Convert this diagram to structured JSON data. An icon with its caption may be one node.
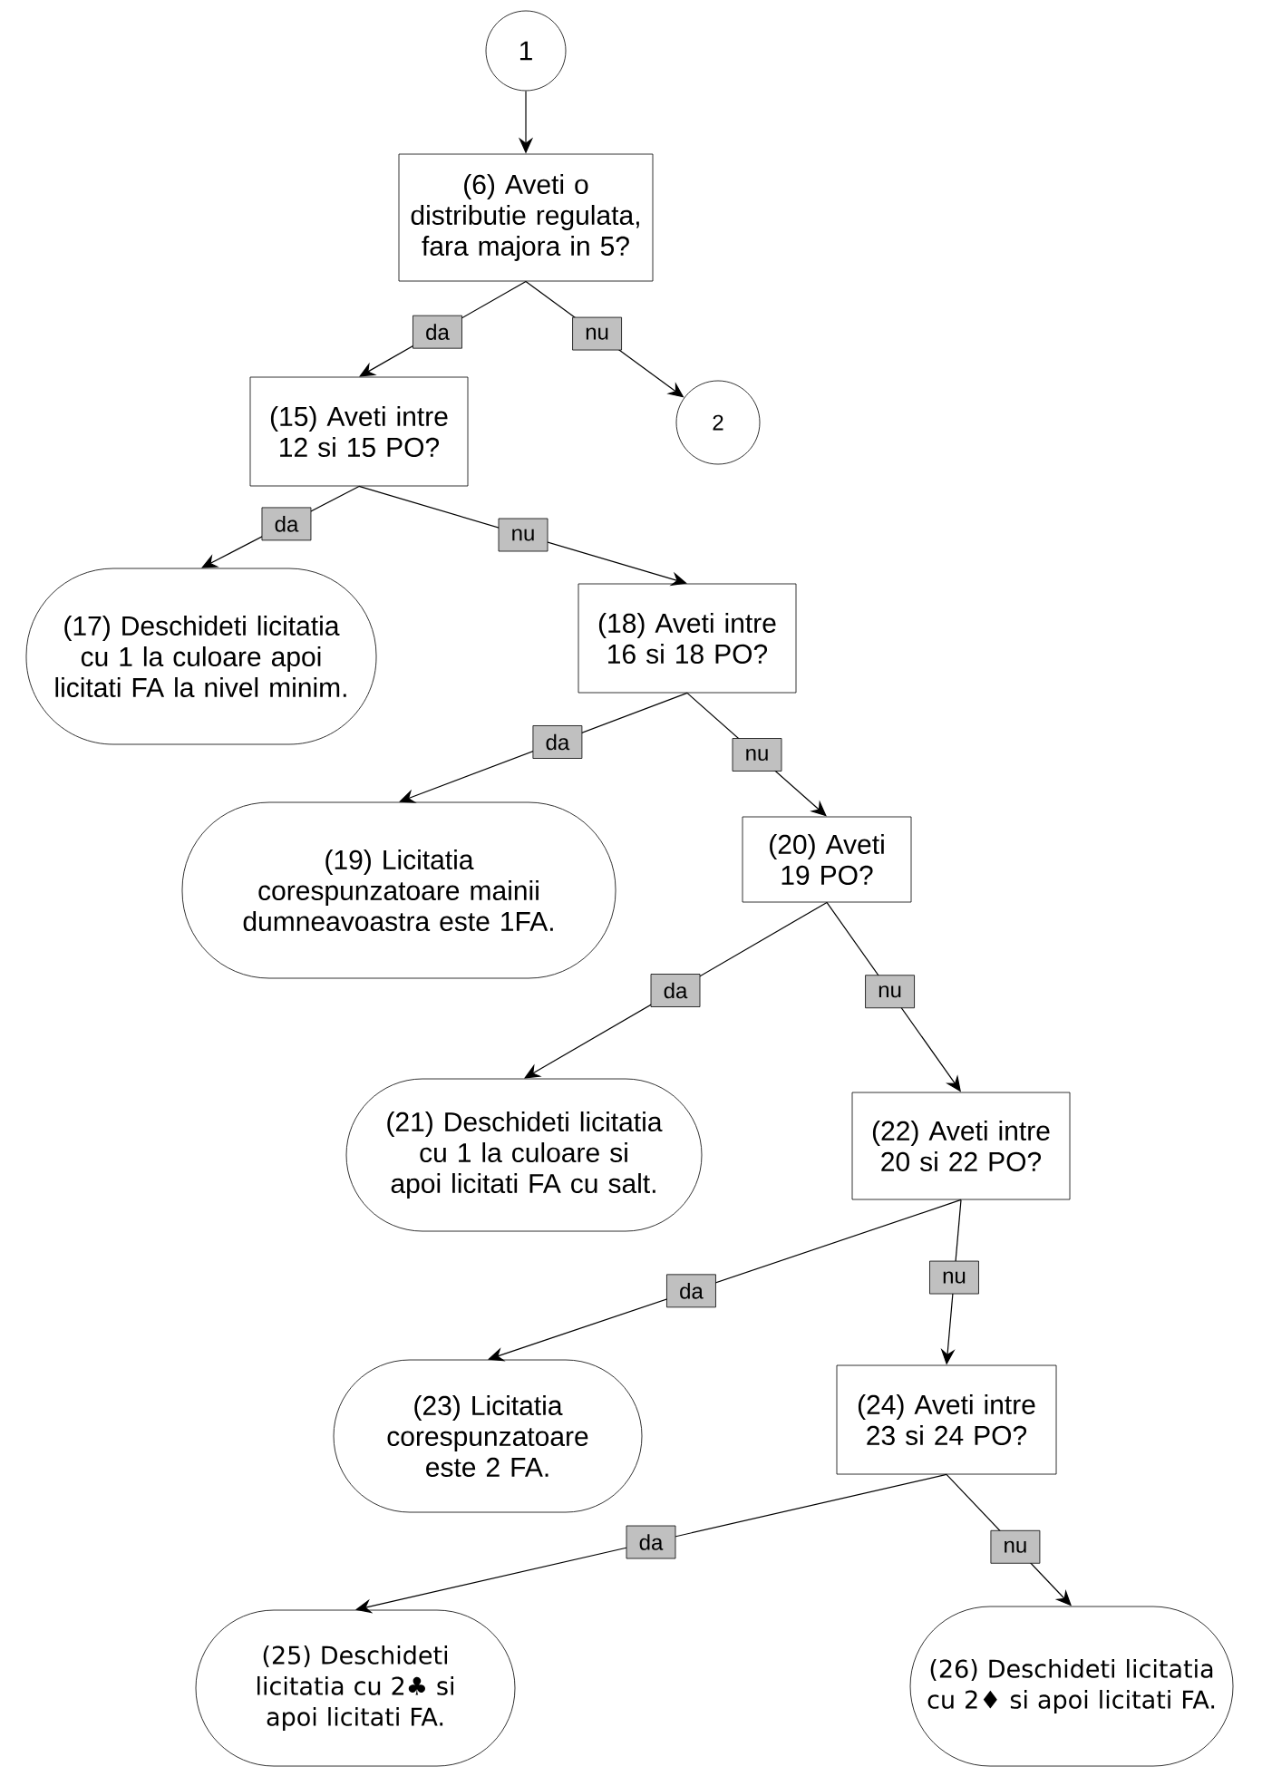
{
  "diagram": {
    "nodes": [
      {
        "text": [
          "1"
        ]
      },
      {
        "text": [
          "(6) Aveti o distributie regulata, fara majora in 5?"
        ]
      },
      {
        "text": [
          "(15) Aveti intre 12 si 15 PO?"
        ]
      },
      {
        "text": [
          "2"
        ]
      },
      {
        "text": [
          "(17) Deschideti licitatia cu 1 la culoare apoi licitati FA la nivel minim."
        ]
      },
      {
        "text": [
          "(18) Aveti intre 16 si 18 PO?"
        ]
      },
      {
        "text": [
          "(19) Licitatia corespunzatoare mainii dumneavoastra este 1FA."
        ]
      },
      {
        "text": [
          "(20) Aveti 19 PO?"
        ]
      },
      {
        "text": [
          "(21) Deschideti licitatia cu 1 la culoare si apoi licitati FA cu salt."
        ]
      },
      {
        "text": [
          "(22) Aveti intre 20 si 22 PO?"
        ]
      },
      {
        "text": [
          "(23) Licitatia corespunzatoare este 2 FA."
        ]
      },
      {
        "text": [
          "(24) Aveti intre 23 si 24 PO?"
        ]
      },
      {
        "text": [
          "(25) Deschideti licitatia cu 2♣ si apoi licitati FA."
        ]
      },
      {
        "text": [
          "(26) Deschideti licitatia cu 2♦ si apoi licitati FA."
        ]
      }
    ],
    "edges": [
      {
        "from": 0,
        "to": 1,
        "arrow": "to"
      },
      {
        "from": 1,
        "to": 2,
        "label": "da",
        "arrow": "to"
      },
      {
        "from": 1,
        "to": 3,
        "label": "nu",
        "arrow": "to"
      },
      {
        "from": 2,
        "to": 4,
        "label": "da",
        "arrow": "to"
      },
      {
        "from": 2,
        "to": 5,
        "label": "nu",
        "arrow": "to"
      },
      {
        "from": 5,
        "to": 6,
        "label": "da",
        "arrow": "to"
      },
      {
        "from": 5,
        "to": 7,
        "label": "nu",
        "arrow": "to"
      },
      {
        "from": 7,
        "to": 8,
        "label": "da",
        "arrow": "to"
      },
      {
        "from": 7,
        "to": 9,
        "label": "nu",
        "arrow": "to"
      },
      {
        "from": 9,
        "to": 10,
        "label": "da",
        "arrow": "to"
      },
      {
        "from": 9,
        "to": 11,
        "label": "nu",
        "arrow": "to"
      },
      {
        "from": 11,
        "to": 12,
        "label": "da",
        "arrow": "to"
      },
      {
        "from": 11,
        "to": 13,
        "label": "nu",
        "arrow": "to"
      }
    ]
  }
}
